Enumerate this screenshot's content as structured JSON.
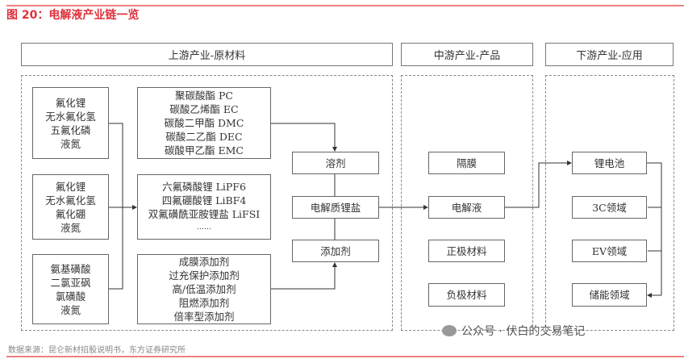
{
  "title": "图 20：电解液产业链一览",
  "headers": {
    "upstream": "上游产业-原材料",
    "midstream": "中游产业-产品",
    "downstream": "下游产业-应用"
  },
  "raw_groups": [
    [
      "氟化锂",
      "无水氟化氢",
      "五氟化磷",
      "液氮"
    ],
    [
      "氟化锂",
      "无水氟化氢",
      "氟化硼",
      "液氮"
    ],
    [
      "氨基磺酸",
      "二氯亚砜",
      "氯磺酸",
      "液氮"
    ]
  ],
  "intermediate_groups": [
    [
      "聚碳酸酯 PC",
      "碳酸乙烯酯 EC",
      "碳酸二甲酯 DMC",
      "碳酸二乙酯 DEC",
      "碳酸甲乙酯 EMC"
    ],
    [
      "六氟磷酸锂 LiPF6",
      "四氟硼酸锂 LiBF4",
      "双氟磺酰亚胺锂盐 LiFSI",
      "……"
    ],
    [
      "成膜添加剂",
      "过充保护添加剂",
      "高/低温添加剂",
      "阻燃添加剂",
      "倍率型添加剂"
    ]
  ],
  "components": [
    "溶剂",
    "电解质锂盐",
    "添加剂"
  ],
  "products": [
    "隔膜",
    "电解液",
    "正极材料",
    "负极材料"
  ],
  "applications": [
    "锂电池",
    "3C领域",
    "EV领域",
    "储能领域"
  ],
  "footer": "数据来源：昆仑新材招股说明书，东方证券研究所",
  "watermark": "公众号 · 伏白的交易笔记",
  "colors": {
    "title": "#e0303a",
    "line": "#333333"
  }
}
